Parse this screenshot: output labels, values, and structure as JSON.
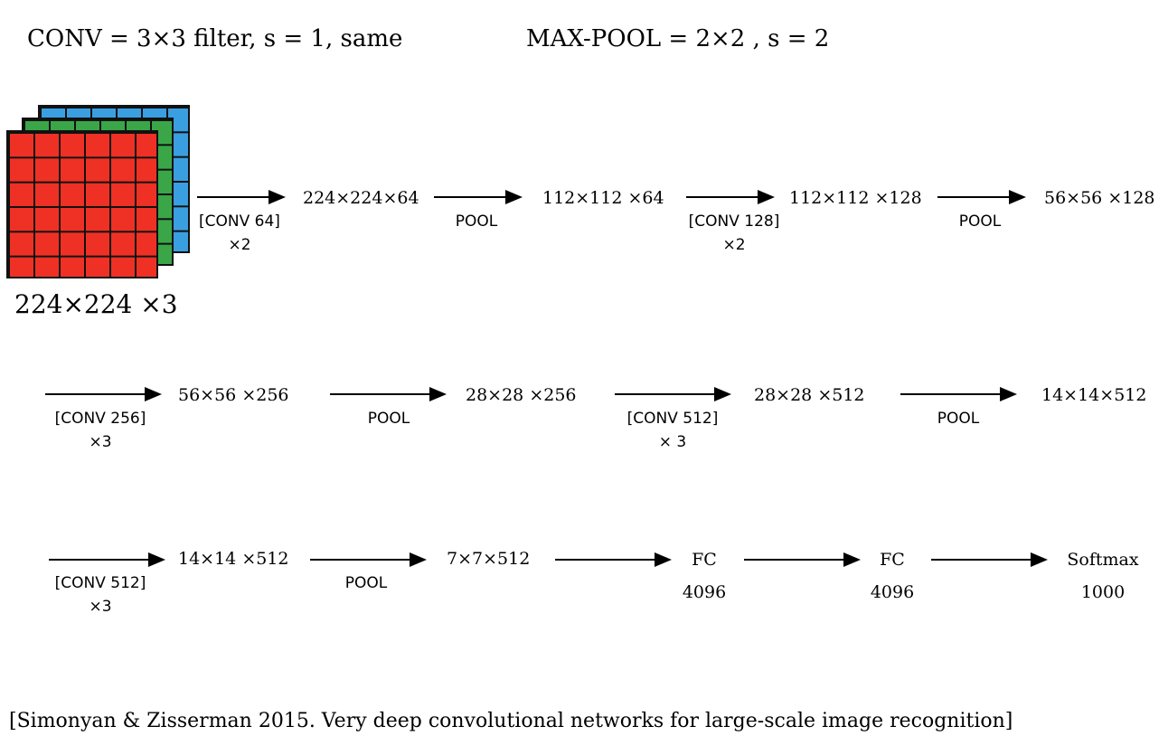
{
  "header": {
    "conv_def": "CONV = 3×3 filter, s = 1, same",
    "pool_def": "MAX-POOL = 2×2 , s = 2"
  },
  "input": {
    "label": "224×224 ×3",
    "channel_colors": [
      "#ee3124",
      "#3aa648",
      "#3a9fe0"
    ]
  },
  "row1": {
    "op1": "[CONV 64]",
    "op1_rep": "×2",
    "out1": "224×224×64",
    "op2": "POOL",
    "out2": "112×112 ×64",
    "op3": "[CONV 128]",
    "op3_rep": "×2",
    "out3": "112×112 ×128",
    "op4": "POOL",
    "out4": "56×56 ×128"
  },
  "row2": {
    "op1": "[CONV 256]",
    "op1_rep": "×3",
    "out1": "56×56 ×256",
    "op2": "POOL",
    "out2": "28×28 ×256",
    "op3": "[CONV 512]",
    "op3_rep": "× 3",
    "out3": "28×28 ×512",
    "op4": "POOL",
    "out4": "14×14×512"
  },
  "row3": {
    "op1": "[CONV 512]",
    "op1_rep": "×3",
    "out1": "14×14 ×512",
    "op2": "POOL",
    "out2": "7×7×512",
    "fc1": "FC",
    "fc1_units": "4096",
    "fc2": "FC",
    "fc2_units": "4096",
    "softmax": "Softmax",
    "softmax_units": "1000"
  },
  "citation": "[Simonyan & Zisserman 2015. Very deep convolutional networks for large-scale image recognition]"
}
